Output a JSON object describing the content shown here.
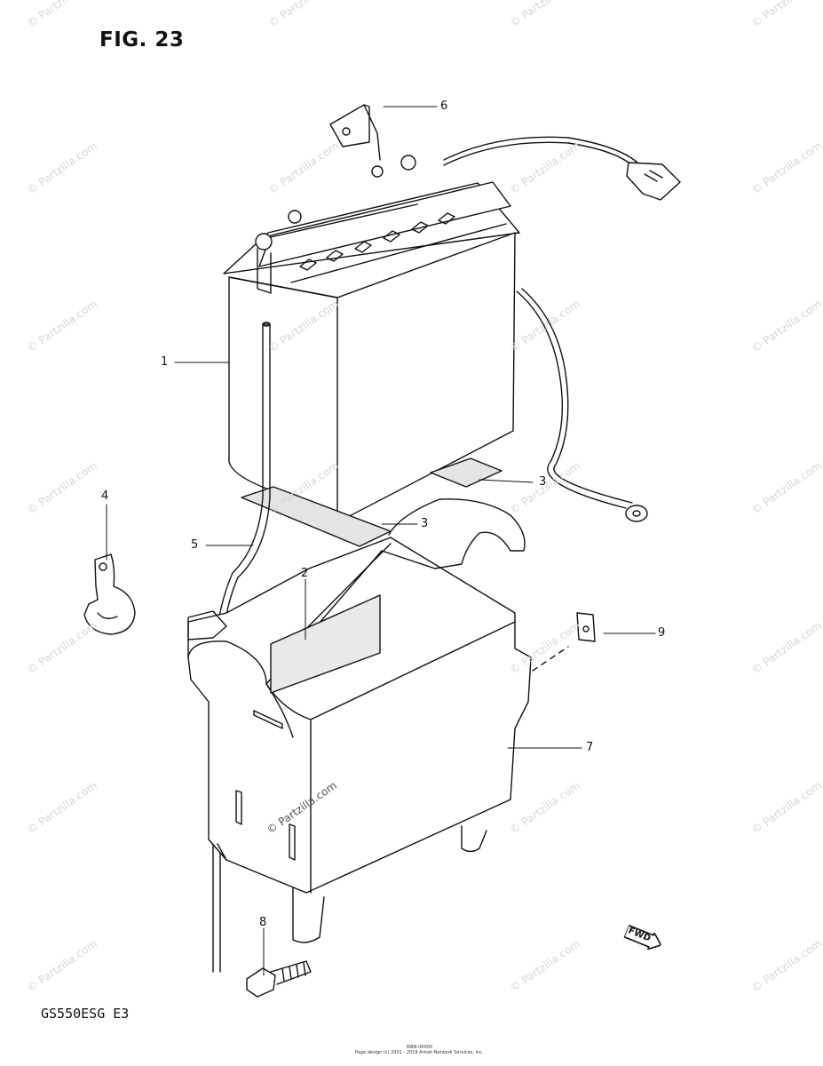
{
  "figure": {
    "title": "FIG. 23",
    "model": "GS550ESG  E3"
  },
  "callouts": [
    {
      "id": "1",
      "label": "1"
    },
    {
      "id": "2",
      "label": "2"
    },
    {
      "id": "3a",
      "label": "3"
    },
    {
      "id": "3b",
      "label": "3"
    },
    {
      "id": "4",
      "label": "4"
    },
    {
      "id": "5",
      "label": "5"
    },
    {
      "id": "6",
      "label": "6"
    },
    {
      "id": "7",
      "label": "7"
    },
    {
      "id": "8",
      "label": "8"
    },
    {
      "id": "9",
      "label": "9"
    }
  ],
  "direction_arrow": {
    "label": "FWD"
  },
  "watermark": {
    "text": "© Partzilla.com"
  },
  "footer": {
    "line1": "ISBN-00000",
    "line2": "Page design (c) 2001 - 2019 Arinet Network Services, Inc."
  }
}
